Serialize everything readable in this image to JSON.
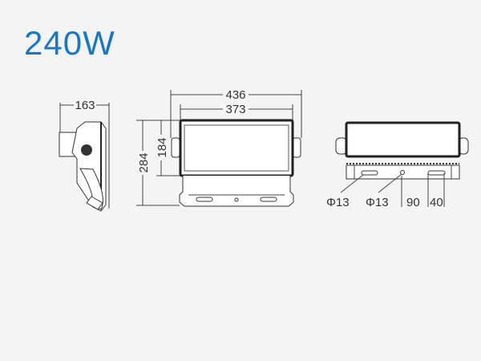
{
  "title": "240W",
  "dimensions": {
    "side_depth": "163",
    "overall_width": "436",
    "body_width": "373",
    "overall_height": "284",
    "body_height": "184",
    "slot_diameter_1": "Φ13",
    "hole_diameter": "Φ13",
    "hole_spacing": "90",
    "slot_length": "40"
  }
}
